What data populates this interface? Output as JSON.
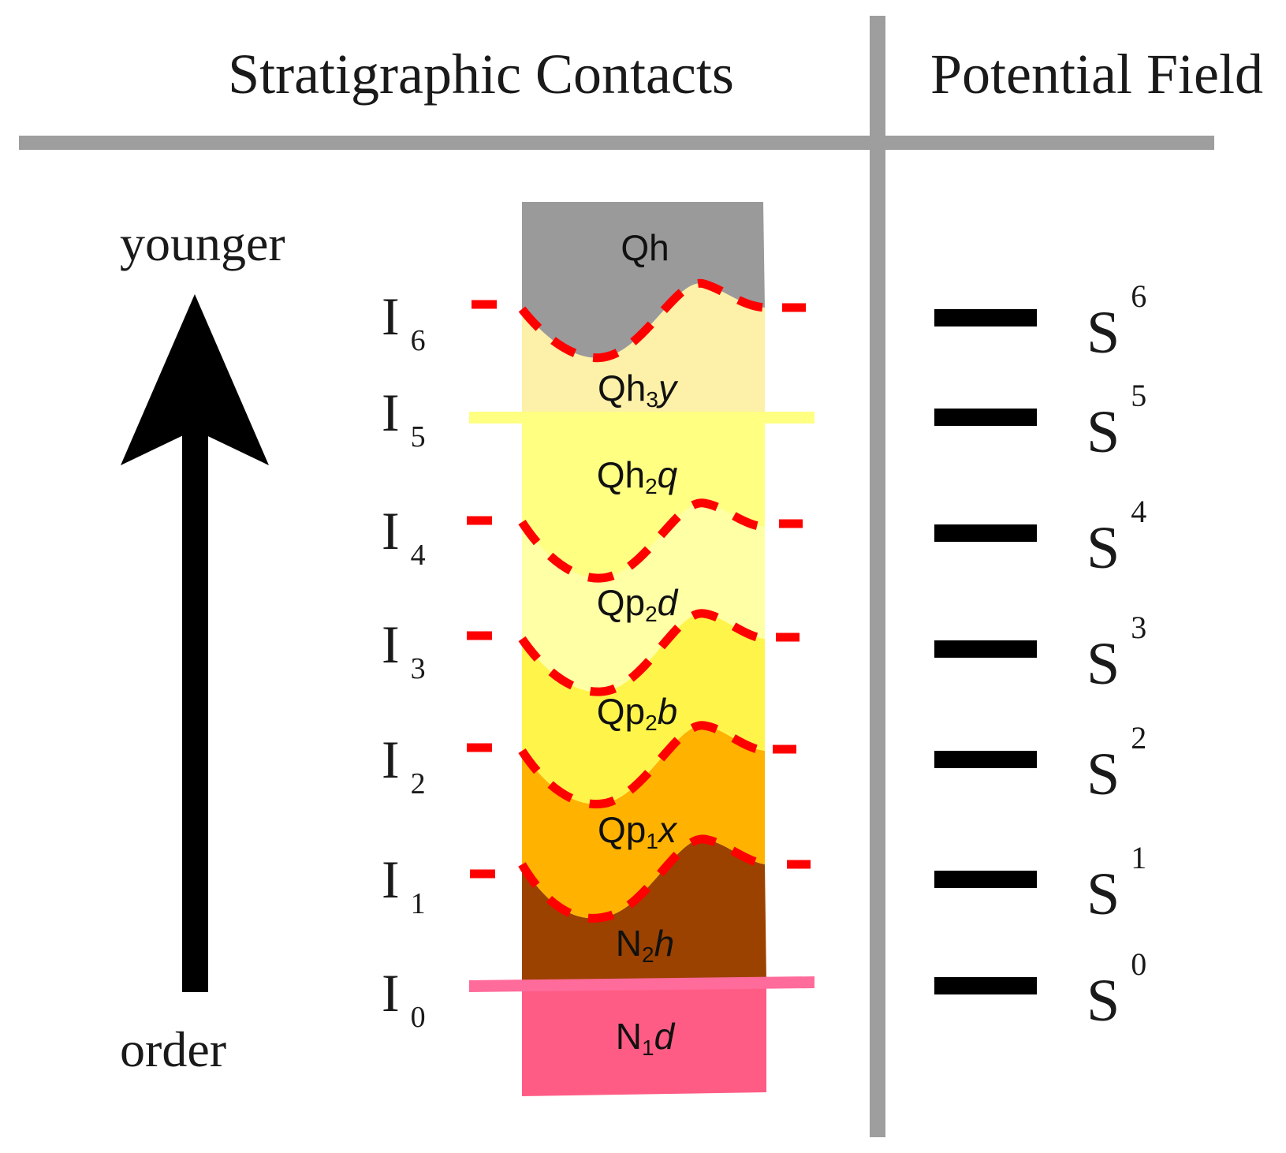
{
  "headers": {
    "left": "Stratigraphic Contacts",
    "right": "Potential Field"
  },
  "order_axis": {
    "top_label": "younger",
    "bottom_label": "order"
  },
  "colors": {
    "grid": "#9e9e9e",
    "contact_dash": "#ff0000",
    "arrow": "#000000",
    "potential_bar": "#000000",
    "Qh": "#9a9a9a",
    "Qh3y": "#fdf0a8",
    "Qh2q": "#ffff82",
    "Qp2d": "#ffffa6",
    "Qp2b": "#fff54a",
    "Qp1x": "#ffb300",
    "N2h": "#9b4200",
    "N1d": "#ff5c85",
    "I5_line": "#ffff82",
    "I0_line": "#ff6b9a"
  },
  "units": [
    {
      "id": "Qh",
      "main": "Qh",
      "sub": "",
      "italic": ""
    },
    {
      "id": "Qh3y",
      "main": "Qh",
      "sub": "3",
      "italic": "y"
    },
    {
      "id": "Qh2q",
      "main": "Qh",
      "sub": "2",
      "italic": "q"
    },
    {
      "id": "Qp2d",
      "main": "Qp",
      "sub": "2",
      "italic": "d"
    },
    {
      "id": "Qp2b",
      "main": "Qp",
      "sub": "2",
      "italic": "b"
    },
    {
      "id": "Qp1x",
      "main": "Qp",
      "sub": "1",
      "italic": "x"
    },
    {
      "id": "N2h",
      "main": "N",
      "sub": "2",
      "italic": "h"
    },
    {
      "id": "N1d",
      "main": "N",
      "sub": "1",
      "italic": "d"
    }
  ],
  "contacts": [
    {
      "main": "I",
      "index": "6",
      "type": "erosional"
    },
    {
      "main": "I",
      "index": "5",
      "type": "conformable"
    },
    {
      "main": "I",
      "index": "4",
      "type": "erosional"
    },
    {
      "main": "I",
      "index": "3",
      "type": "erosional"
    },
    {
      "main": "I",
      "index": "2",
      "type": "erosional"
    },
    {
      "main": "I",
      "index": "1",
      "type": "erosional"
    },
    {
      "main": "I",
      "index": "0",
      "type": "conformable"
    }
  ],
  "potential_field": [
    {
      "main": "S",
      "sup": "6"
    },
    {
      "main": "S",
      "sup": "5"
    },
    {
      "main": "S",
      "sup": "4"
    },
    {
      "main": "S",
      "sup": "3"
    },
    {
      "main": "S",
      "sup": "2"
    },
    {
      "main": "S",
      "sup": "1"
    },
    {
      "main": "S",
      "sup": "0"
    }
  ]
}
